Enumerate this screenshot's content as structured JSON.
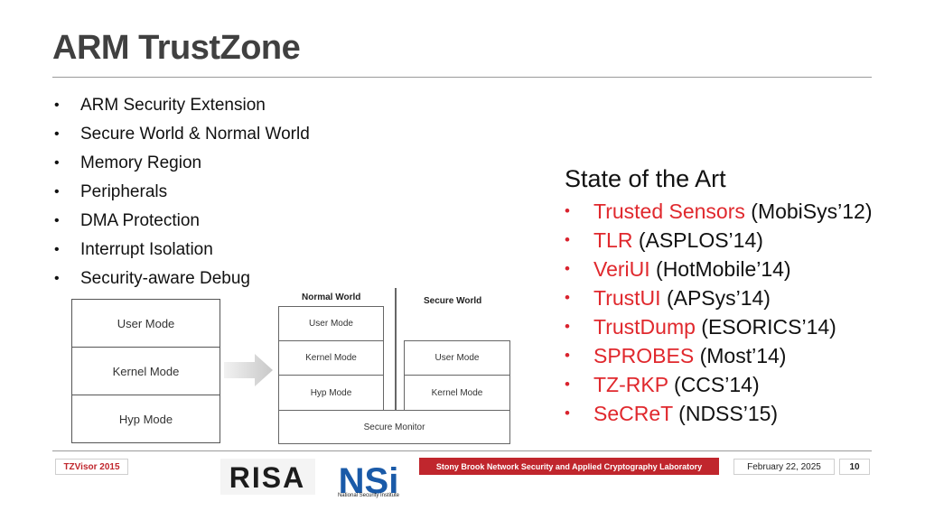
{
  "slide": {
    "title": "ARM TrustZone",
    "bullets": [
      "ARM Security Extension",
      "Secure World & Normal World",
      "Memory Region",
      "Peripherals",
      "DMA Protection",
      "Interrupt Isolation",
      "Security-aware Debug"
    ],
    "bullet_glyph": "•"
  },
  "diagram": {
    "single_world": [
      "User Mode",
      "Kernel Mode",
      "Hyp Mode"
    ],
    "normal_world_label": "Normal World",
    "secure_world_label": "Secure World",
    "normal_world": [
      "User Mode",
      "Kernel Mode",
      "Hyp Mode"
    ],
    "secure_world": [
      "User Mode",
      "Kernel Mode"
    ],
    "secure_monitor": "Secure Monitor",
    "arrow_icon": "right-arrow-icon"
  },
  "state_of_art": {
    "title": "State of the Art",
    "items": [
      {
        "name": "Trusted Sensors",
        "venue": "(MobiSys’12)"
      },
      {
        "name": "TLR",
        "venue": "(ASPLOS’14)"
      },
      {
        "name": "VeriUI",
        "venue": "(HotMobile’14)"
      },
      {
        "name": "TrustUI",
        "venue": "(APSys’14)"
      },
      {
        "name": "TrustDump",
        "venue": "(ESORICS’14)"
      },
      {
        "name": "SPROBES",
        "venue": "(Most’14)"
      },
      {
        "name": "TZ-RKP",
        "venue": "(CCS’14)"
      },
      {
        "name": "SeCReT",
        "venue": "(NDSS’15)"
      }
    ],
    "highlight_color": "#e0282d"
  },
  "footer": {
    "left_badge": "TZVisor 2015",
    "lab_name": "Stony Brook Network Security and Applied Cryptography Laboratory",
    "date": "February 22, 2025",
    "page_number": "10",
    "nsi_subtitle": "National Security Institute",
    "logo_risa_text": "RISA",
    "logo_nsi_text": "NSi",
    "badge_red": "#c0262d"
  }
}
